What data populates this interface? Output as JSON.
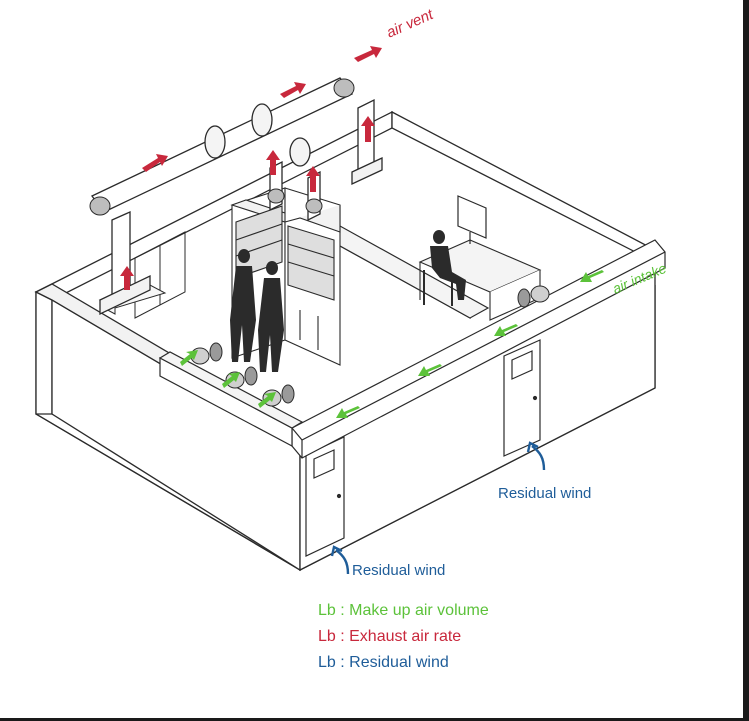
{
  "labels": {
    "air_vent": "air vent",
    "air_intake": "air intake",
    "residual_wind_right": "Residual wind",
    "residual_wind_left": "Residual wind"
  },
  "legend": {
    "makeup": "Lb : Make up air volume",
    "exhaust": "Lb : Exhaust air rate",
    "residual": "Lb : Residual wind"
  },
  "colors": {
    "exhaust": "#c8283c",
    "makeup": "#5cc23a",
    "residual": "#1f5d99",
    "line": "#2b2b2b"
  },
  "icons": [
    "exhaust-arrow-icon",
    "intake-arrow-icon",
    "residual-arrow-icon",
    "fan-icon",
    "fume-hood-icon",
    "worker-figure-icon",
    "monitor-icon"
  ]
}
